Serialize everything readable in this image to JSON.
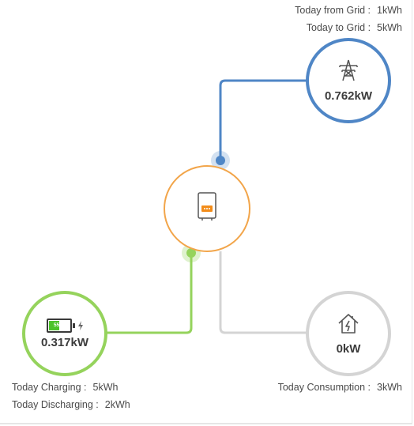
{
  "colors": {
    "grid": "#4f86c6",
    "battery": "#95d35c",
    "inverter": "#f2a54a",
    "home": "#d4d4d4",
    "battery_fill": "#4cc32b"
  },
  "grid": {
    "today_from_label": "Today from Grid :",
    "today_from_value": "1kWh",
    "today_to_label": "Today to Grid :",
    "today_to_value": "5kWh",
    "power": "0.762kW",
    "icon": "transmission-tower-icon"
  },
  "inverter": {
    "icon": "inverter-icon"
  },
  "battery": {
    "power": "0.317kW",
    "level": "55%",
    "level_fraction": 0.55,
    "icon": "battery-charging-icon",
    "charging_label": "Today Charging :",
    "charging_value": "5kWh",
    "discharging_label": "Today Discharging :",
    "discharging_value": "2kWh"
  },
  "home": {
    "power": "0kW",
    "icon": "house-lightning-icon",
    "consumption_label": "Today Consumption :",
    "consumption_value": "3kWh"
  }
}
